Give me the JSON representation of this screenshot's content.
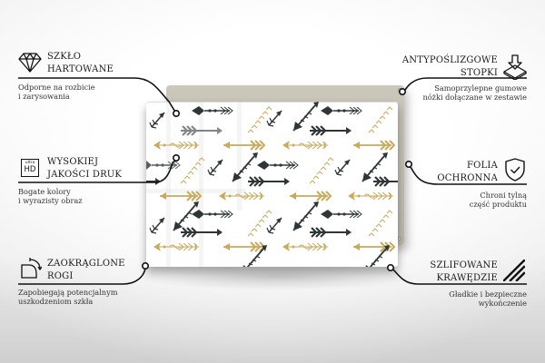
{
  "features": {
    "left": [
      {
        "id": "tempered-glass",
        "icon": "diamond-icon",
        "title_line1": "SZKŁO",
        "title_line2": "HARTOWANE",
        "desc_line1": "Odporne na rozbicie",
        "desc_line2": "i zarysowania"
      },
      {
        "id": "high-quality-print",
        "icon": "ultra-hd-icon",
        "icon_text_small": "ultra",
        "icon_text_big": "HD",
        "title_line1": "WYSOKIEJ",
        "title_line2": "JAKOŚCI DRUK",
        "desc_line1": "Bogate kolory",
        "desc_line2": "i wyrazisty obraz"
      },
      {
        "id": "rounded-corners",
        "icon": "rounded-corner-icon",
        "title_line1": "ZAOKRĄGLONE",
        "title_line2": "ROGI",
        "desc_line1": "Zapobiegają potencjalnym",
        "desc_line2": "uszkodzeniom szkła"
      }
    ],
    "right": [
      {
        "id": "anti-slip-feet",
        "icon": "anti-slip-feet-icon",
        "title_line1": "ANTYPOŚLIZGOWE",
        "title_line2": "STOPKI",
        "desc_line1": "Samoprzylepne gumowe",
        "desc_line2": "nóżki dołączane w zestawie"
      },
      {
        "id": "protective-film",
        "icon": "shield-check-icon",
        "title_line1": "FOLIA",
        "title_line2": "OCHRONNA",
        "desc_line1": "Chroni tylną",
        "desc_line2": "część produktu"
      },
      {
        "id": "polished-edges",
        "icon": "polished-edges-icon",
        "title_line1": "SZLIFOWANE",
        "title_line2": "KRAWĘDZIE",
        "desc_line1": "Gładkie i bezpieczne",
        "desc_line2": "wykończenie"
      }
    ]
  },
  "product": {
    "name": "glass-cutting-board",
    "pattern": "arrows",
    "colors": {
      "dark_arrow": "#2f3638",
      "gray_arrow": "#7d8587",
      "gold_arrow": "#c9a95a",
      "back_plate": "#c6c2b6",
      "glass": "#ffffff"
    }
  },
  "colors": {
    "text": "#1a1a1a",
    "line": "#111111"
  }
}
